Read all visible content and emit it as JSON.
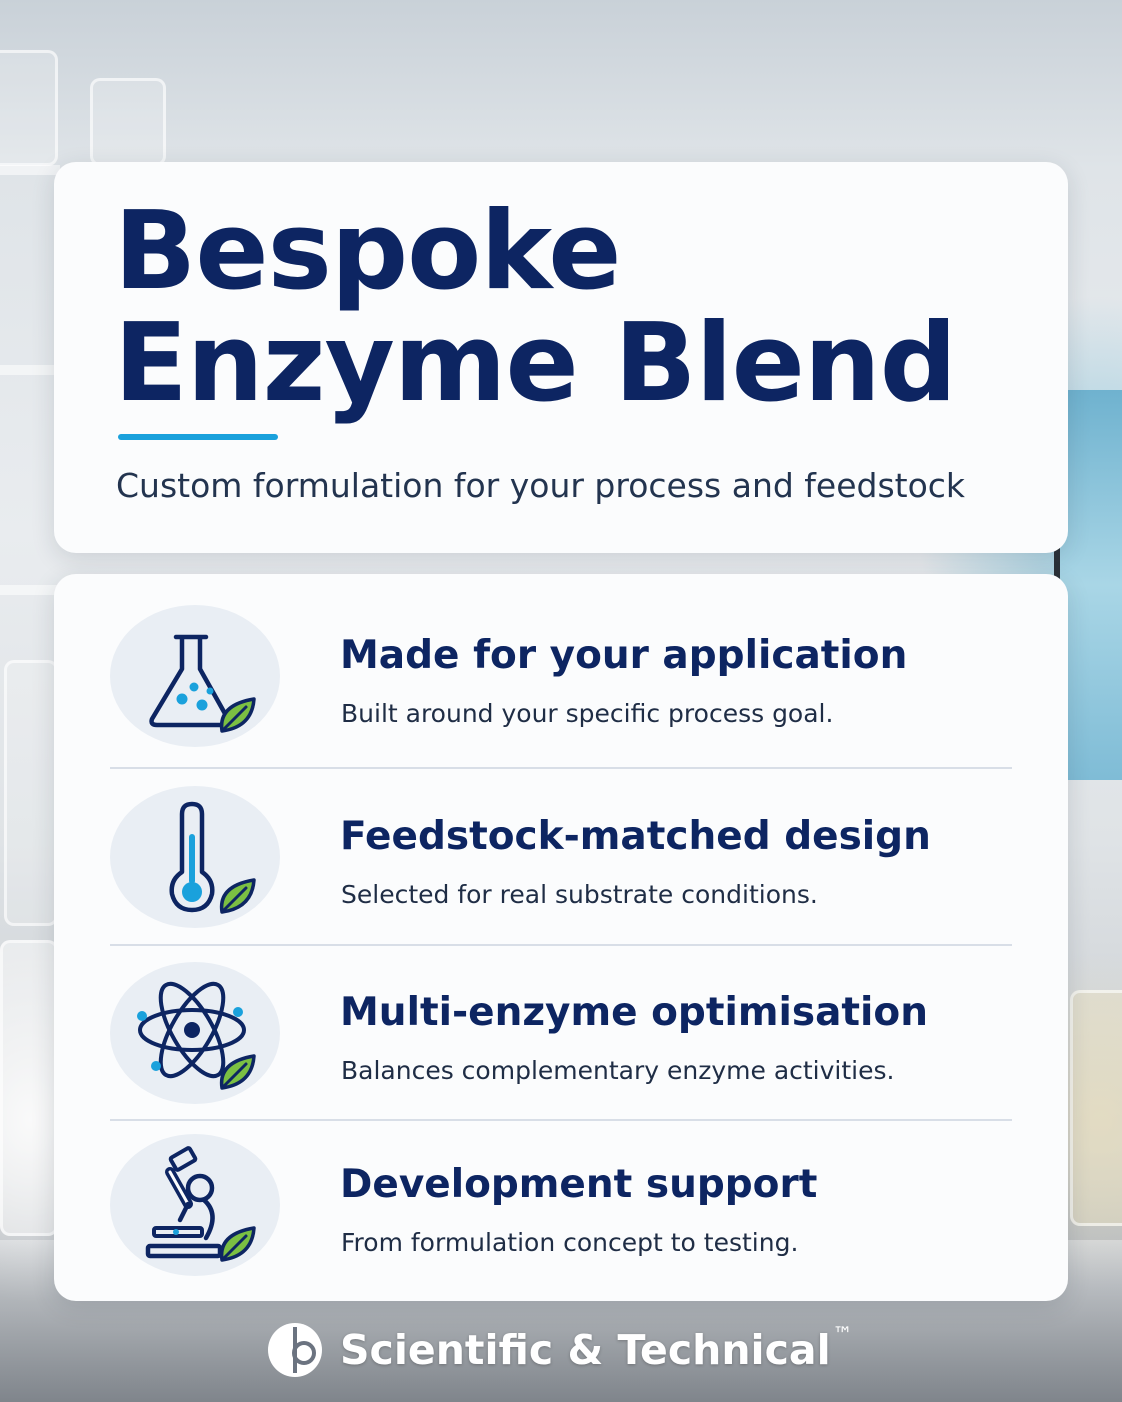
{
  "header": {
    "title_line1": "Bespoke",
    "title_line2": "Enzyme Blend",
    "subtitle": "Custom formulation for your process and feedstock"
  },
  "features": [
    {
      "icon": "flask-leaf-icon",
      "title": "Made for your application",
      "description": "Built around your specific process goal."
    },
    {
      "icon": "thermometer-leaf-icon",
      "title": "Feedstock-matched design",
      "description": "Selected for real substrate conditions."
    },
    {
      "icon": "atom-leaf-icon",
      "title": "Multi-enzyme optimisation",
      "description": "Balances complementary enzyme activities."
    },
    {
      "icon": "microscope-leaf-icon",
      "title": "Development support",
      "description": "From formulation concept to testing."
    }
  ],
  "footer": {
    "brand": "Scientific & Technical",
    "trademark": "™"
  },
  "colors": {
    "navy": "#0d2562",
    "accent_blue": "#1aa1dc",
    "leaf_green": "#7bbf43",
    "card_bg": "#fbfcfd"
  }
}
